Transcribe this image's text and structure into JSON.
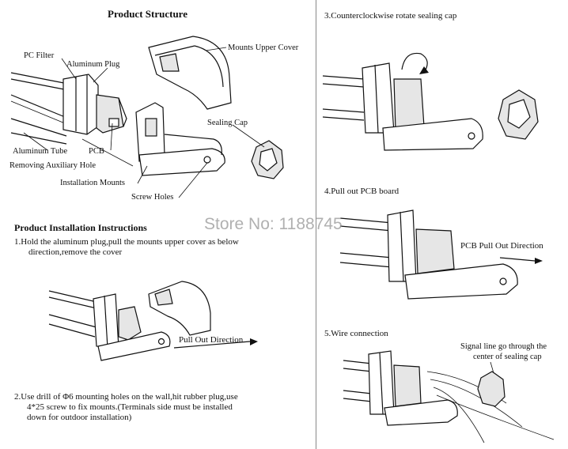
{
  "structure": {
    "title": "Product Structure",
    "labels": {
      "pc_filter": "PC Filter",
      "aluminum_plug": "Aluminum Plug",
      "mounts_upper_cover": "Mounts Upper Cover",
      "sealing_cap": "Sealing Cap",
      "aluminum_tube": "Aluminum Tube",
      "pcb": "PCB",
      "removing_auxiliary_hole": "Removing Auxiliary Hole",
      "installation_mounts": "Installation Mounts",
      "screw_holes": "Screw Holes"
    }
  },
  "instructions": {
    "title": "Product Installation Instructions",
    "step1_line1": "1.Hold the aluminum plug,pull the mounts upper cover as below",
    "step1_line2": "direction,remove the cover",
    "pull_out_direction": "Pull Out Direction",
    "step2_line1": "2.Use drill of Φ6 mounting holes on the wall,hit rubber plug,use",
    "step2_line2": "4*25 screw to fix mounts.(Terminals side must be installed",
    "step2_line3": "down for outdoor installation)"
  },
  "right": {
    "step3": "3.Counterclockwise rotate sealing cap",
    "step4": "4.Pull out PCB board",
    "pcb_pull_out_direction": "PCB Pull Out Direction",
    "step5": "5.Wire connection",
    "signal_line_1": "Signal line go through the",
    "signal_line_2": "center of sealing cap"
  },
  "watermark": "Store No: 1188745"
}
